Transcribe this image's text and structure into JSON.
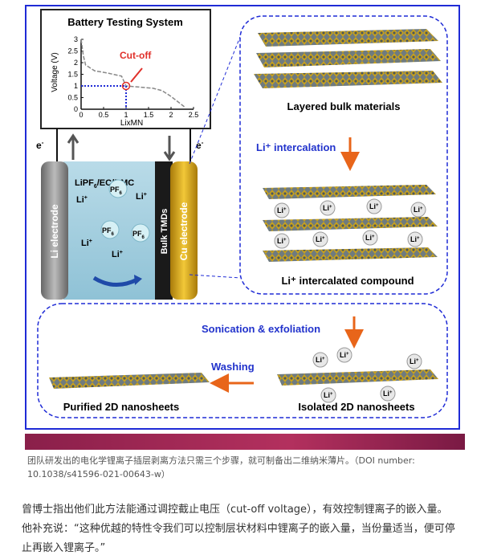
{
  "figure": {
    "chart_box": {
      "title": "Battery Testing System",
      "ylabel": "Voltage (V)",
      "xlabel": "LixMN",
      "annotation": "Cut-off",
      "yticks": [
        "0",
        "0.5",
        "1",
        "1.5",
        "2",
        "2.5",
        "3"
      ],
      "xticks": [
        "0",
        "0.5",
        "1",
        "1.5",
        "2",
        "2.5"
      ]
    },
    "cell": {
      "electrolyte": "LiPF",
      "electrolyte_sub": "6",
      "electrolyte_rest": "/EC/DMC",
      "li_electrode": "Li electrode",
      "cu_electrode": "Cu electrode",
      "bulk": "Bulk TMDs",
      "electron_left": "e",
      "electron_right": "e",
      "ion_li": "Li",
      "ion_pf": "PF"
    },
    "steps": {
      "layered": "Layered bulk materials",
      "intercalation": "Li⁺ intercalation",
      "intercalated": "Li⁺ intercalated compound",
      "sonication": "Sonication & exfoliation",
      "washing": "Washing",
      "isolated": "Isolated 2D nanosheets",
      "purified": "Purified 2D nanosheets"
    },
    "colors": {
      "frame": "#1f2bd6",
      "arrow": "#e8651a",
      "blue_text": "#2233cc",
      "cu": "#d4a017",
      "li": "#8c8c8c"
    }
  },
  "chart_data": {
    "type": "line",
    "title": "Battery Testing System",
    "xlabel": "LixMN",
    "ylabel": "Voltage (V)",
    "xlim": [
      0,
      2.5
    ],
    "ylim": [
      0,
      3
    ],
    "series": [
      {
        "x": [
          0,
          0.05,
          0.1,
          0.3,
          0.6,
          0.9,
          1.0,
          1.3,
          1.6,
          1.8,
          2.0,
          2.2,
          2.3
        ],
        "y": [
          3.0,
          2.3,
          1.9,
          1.65,
          1.55,
          1.42,
          1.0,
          0.95,
          0.9,
          0.8,
          0.55,
          0.25,
          0.1
        ]
      }
    ],
    "cutoff": {
      "x": 1.0,
      "y": 1.0
    }
  },
  "caption": "团队研发出的电化学锂离子插层剥离方法只需三个步骤，就可制备出二维纳米薄片。（DOI number: 10.1038/s41596-021-00643-w）",
  "paragraph": {
    "line1": "曾博士指出他们此方法能通过调控截止电压（cut-off voltage），有效控制锂离子的嵌入量。",
    "line2": "他补充说：“这种优越的特性令我们可以控制层状材料中锂离子的嵌入量，当份量适当，便可停",
    "line3": "止再嵌入锂离子。”"
  }
}
